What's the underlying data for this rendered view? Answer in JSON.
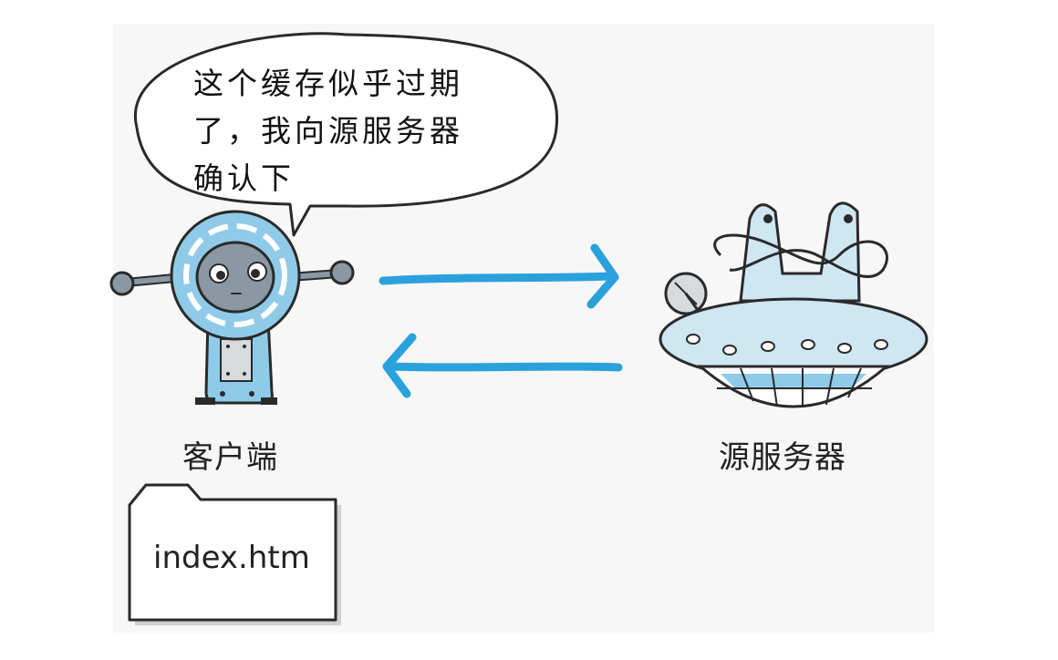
{
  "speech_bubble": {
    "line1": "这个缓存似乎过期",
    "line2": "了，我向源服务器",
    "line3": "确认下"
  },
  "client": {
    "label": "客户端"
  },
  "server": {
    "label": "源服务器"
  },
  "file": {
    "name": "index.htm"
  },
  "colors": {
    "arrow": "#2aa1dc",
    "accent_blue": "#8fcbe9",
    "robot_face": "#8a98a4",
    "panel_bg": "#f7f7f7",
    "outline": "#2a2a2a"
  }
}
